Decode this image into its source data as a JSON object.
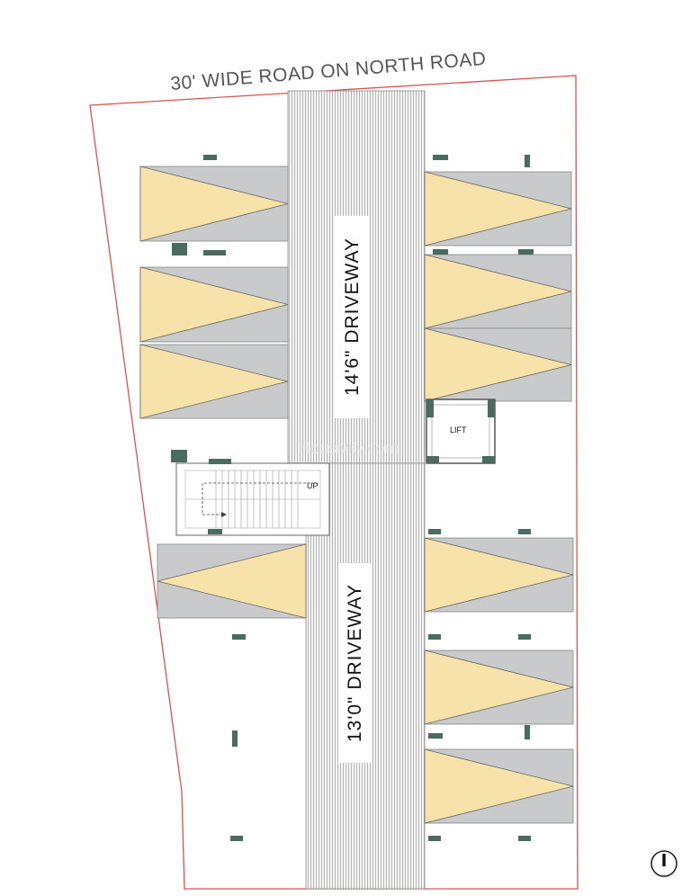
{
  "plan": {
    "road_label": "30' WIDE ROAD ON NORTH ROAD",
    "driveway_north_label": "14'6\" DRIVEWAY",
    "driveway_south_label": "13'0\" DRIVEWAY",
    "lift_label": "LIFT",
    "stair_label": "UP",
    "watermark": "Housivity.com",
    "north_arrow_icon": "north-arrow-icon"
  },
  "colors": {
    "plot_boundary": "#d9534f",
    "parking_bay": "#c9cacc",
    "parking_triangle": "#f7e2aa",
    "marker": "#4b6b60",
    "driveway_lines": "#9a9a9a"
  }
}
